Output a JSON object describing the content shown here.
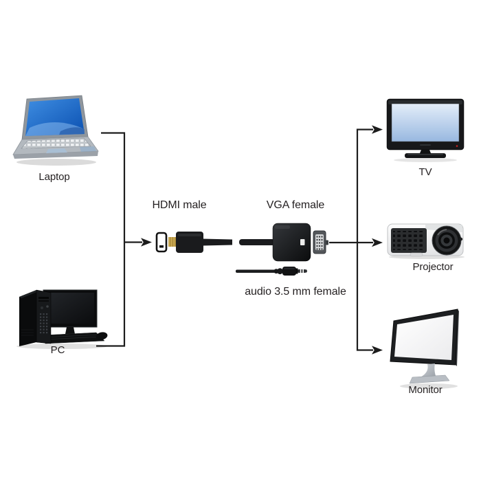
{
  "diagram": {
    "left_devices": [
      {
        "label": "Laptop"
      },
      {
        "label": "PC"
      }
    ],
    "adapter_labels": {
      "hdmi": "HDMI male",
      "vga": "VGA female",
      "audio": "audio 3.5 mm female"
    },
    "right_devices": [
      {
        "label": "TV"
      },
      {
        "label": "Projector"
      },
      {
        "label": "Monitor"
      }
    ],
    "colors": {
      "line": "#1c1c1c",
      "text": "#231f20",
      "laptop_screen_blue": "#1e6fd2",
      "tv_screen_blue": "#bdd2ec",
      "background": "#ffffff"
    }
  }
}
